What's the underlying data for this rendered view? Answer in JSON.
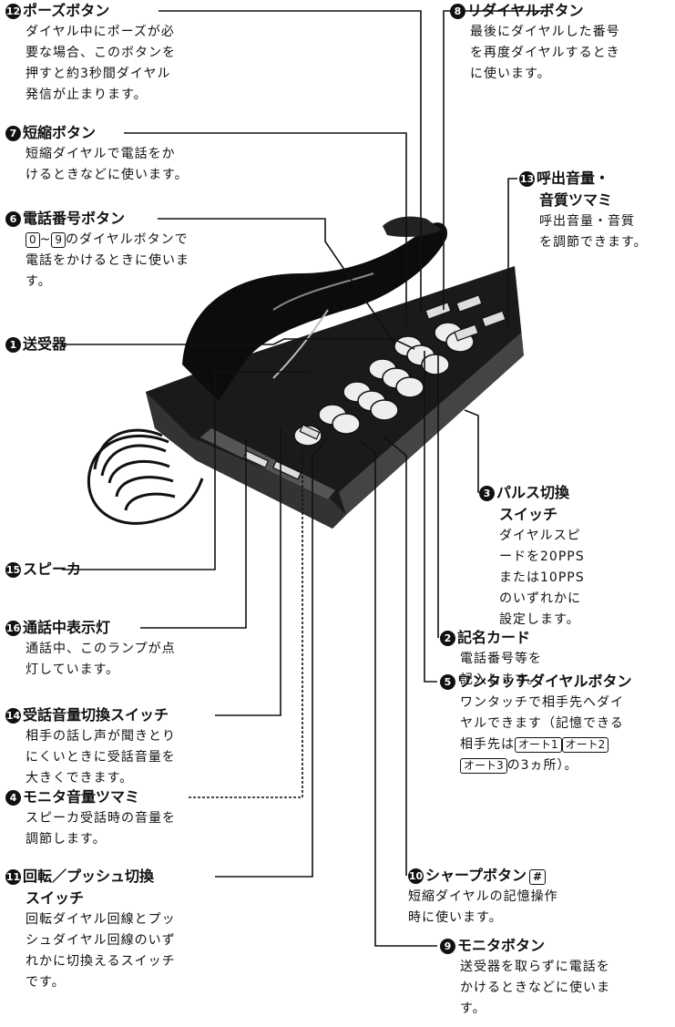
{
  "callouts": {
    "pause": {
      "badge": "12",
      "title": "ポーズボタン",
      "lines": [
        "ダイヤル中にポーズが必",
        "要な場合、このボタンを",
        "押すと約3秒間ダイヤル",
        "発信が止まります。"
      ]
    },
    "redial": {
      "badge": "8",
      "title": "リダイヤルボタン",
      "lines": [
        "最後にダイヤルした番号",
        "を再度ダイヤルするとき",
        "に使います。"
      ]
    },
    "speed": {
      "badge": "7",
      "title": "短縮ボタン",
      "lines": [
        "短縮ダイヤルで電話をか",
        "けるときなどに使います。"
      ]
    },
    "ringer": {
      "badge": "13",
      "title": "呼出音量・",
      "title2": "音質ツマミ",
      "lines": [
        "呼出音量・音質",
        "を調節できます。"
      ]
    },
    "number": {
      "badge": "6",
      "title": "電話番号ボタン",
      "key0": "0",
      "tilde": "~",
      "key9": "9",
      "line1_rest": "のダイヤルボタンで",
      "lines": [
        "電話をかけるときに使いま",
        "す。"
      ]
    },
    "handset": {
      "badge": "1",
      "title": "送受器"
    },
    "pulse": {
      "badge": "3",
      "title": "パルス切換",
      "title2": "スイッチ",
      "lines": [
        "ダイヤルスピ",
        "ードを20PPS",
        "または10PPS",
        "のいずれかに",
        "設定します。"
      ]
    },
    "speaker": {
      "badge": "15",
      "title": "スピーカ"
    },
    "inuse": {
      "badge": "16",
      "title": "通話中表示灯",
      "lines": [
        "通話中、このランプが点",
        "灯しています。"
      ]
    },
    "namecard": {
      "badge": "2",
      "title": "記名カード",
      "lines": [
        "電話番号等を",
        "記入します。"
      ]
    },
    "rxvol": {
      "badge": "14",
      "title": "受話音量切換スイッチ",
      "lines": [
        "相手の話し声が聞きとり",
        "にくいときに受話音量を",
        "大きくできます。"
      ]
    },
    "onetouch": {
      "badge": "5",
      "title": "ワンタッチダイヤルボタン",
      "lines": [
        "ワンタッチで相手先へダイ",
        "ヤルできます（記憶できる"
      ],
      "line3_pre": "相手先は",
      "auto1": "オート1",
      "auto2": "オート2",
      "auto3": "オート3",
      "line4_post": "の3ヵ所）。"
    },
    "monvol": {
      "badge": "4",
      "title": "モニタ音量ツマミ",
      "lines": [
        "スピーカ受話時の音量を",
        "調節します。"
      ]
    },
    "sharp": {
      "badge": "10",
      "title": "シャープボタン",
      "symbol": "#",
      "lines": [
        "短縮ダイヤルの記憶操作",
        "時に使います。"
      ]
    },
    "rotary": {
      "badge": "11",
      "title": "回転／プッシュ切換",
      "title2": "スイッチ",
      "lines": [
        "回転ダイヤル回線とプッ",
        "シュダイヤル回線のいず",
        "れかに切換えるスイッチ",
        "です。"
      ]
    },
    "monitor": {
      "badge": "9",
      "title": "モニタボタン",
      "lines": [
        "送受器を取らずに電話を",
        "かけるときなどに使いま",
        "す。"
      ]
    }
  }
}
